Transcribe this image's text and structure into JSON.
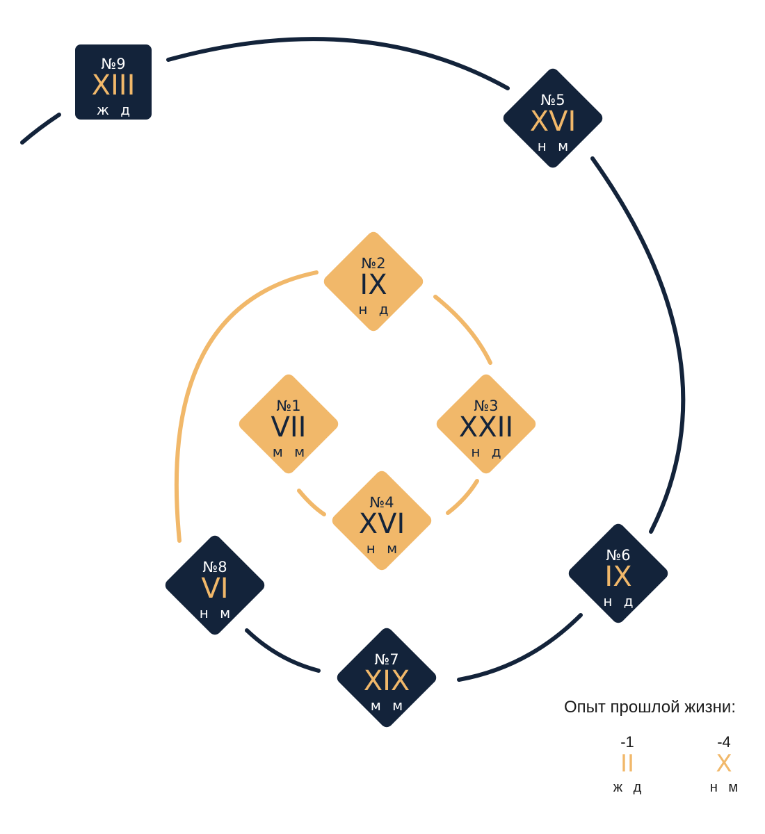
{
  "colors": {
    "dark": "#13233a",
    "accent": "#f1b86a",
    "text": "#1a1a1a"
  },
  "nodes": {
    "n1": {
      "num": "№1",
      "roman": "VII",
      "sub": "м м"
    },
    "n2": {
      "num": "№2",
      "roman": "IX",
      "sub": "н д"
    },
    "n3": {
      "num": "№3",
      "roman": "XXII",
      "sub": "н д"
    },
    "n4": {
      "num": "№4",
      "roman": "XVI",
      "sub": "н м"
    },
    "n5": {
      "num": "№5",
      "roman": "XVI",
      "sub": "н м"
    },
    "n6": {
      "num": "№6",
      "roman": "IX",
      "sub": "н д"
    },
    "n7": {
      "num": "№7",
      "roman": "XIX",
      "sub": "м м"
    },
    "n8": {
      "num": "№8",
      "roman": "VI",
      "sub": "н м"
    },
    "n9": {
      "num": "№9",
      "roman": "XIII",
      "sub": "ж д"
    }
  },
  "legend": {
    "title": "Опыт прошлой жизни:",
    "items": [
      {
        "delta": "-1",
        "roman": "II",
        "sub": "ж д"
      },
      {
        "delta": "-4",
        "roman": "X",
        "sub": "н м"
      }
    ]
  }
}
